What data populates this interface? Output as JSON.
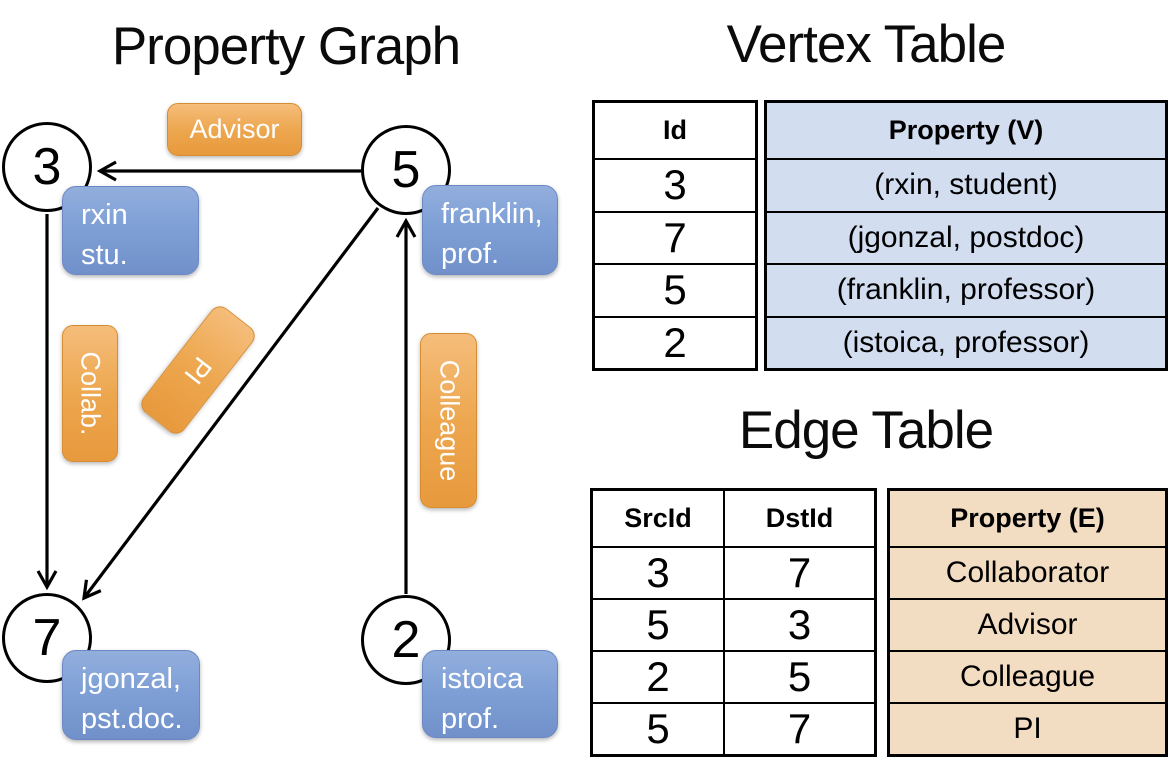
{
  "graph": {
    "title": "Property Graph",
    "nodes": [
      {
        "id": "3",
        "lines": [
          "rxin",
          "stu."
        ]
      },
      {
        "id": "5",
        "lines": [
          "franklin,",
          "prof."
        ]
      },
      {
        "id": "7",
        "lines": [
          "jgonzal,",
          "pst.doc."
        ]
      },
      {
        "id": "2",
        "lines": [
          "istoica",
          "prof."
        ]
      }
    ],
    "edge_labels": {
      "advisor": "Advisor",
      "collab": "Collab.",
      "pi": "PI",
      "colleague": "Colleague"
    }
  },
  "vertex_table": {
    "title": "Vertex Table",
    "columns": [
      "Id",
      "Property (V)"
    ],
    "rows": [
      [
        "3",
        "(rxin, student)"
      ],
      [
        "7",
        "(jgonzal, postdoc)"
      ],
      [
        "5",
        "(franklin, professor)"
      ],
      [
        "2",
        "(istoica, professor)"
      ]
    ]
  },
  "edge_table": {
    "title": "Edge Table",
    "columns": [
      "SrcId",
      "DstId",
      "Property (E)"
    ],
    "rows": [
      [
        "3",
        "7",
        "Collaborator"
      ],
      [
        "5",
        "3",
        "Advisor"
      ],
      [
        "2",
        "5",
        "Colleague"
      ],
      [
        "5",
        "7",
        "PI"
      ]
    ]
  },
  "colors": {
    "edge_label_orange": "#eda74f",
    "node_property_blue": "#7fa0d6",
    "vertex_property_fill": "#d2ddf0",
    "edge_property_fill": "#f2dcc2",
    "line_black": "#000000"
  }
}
